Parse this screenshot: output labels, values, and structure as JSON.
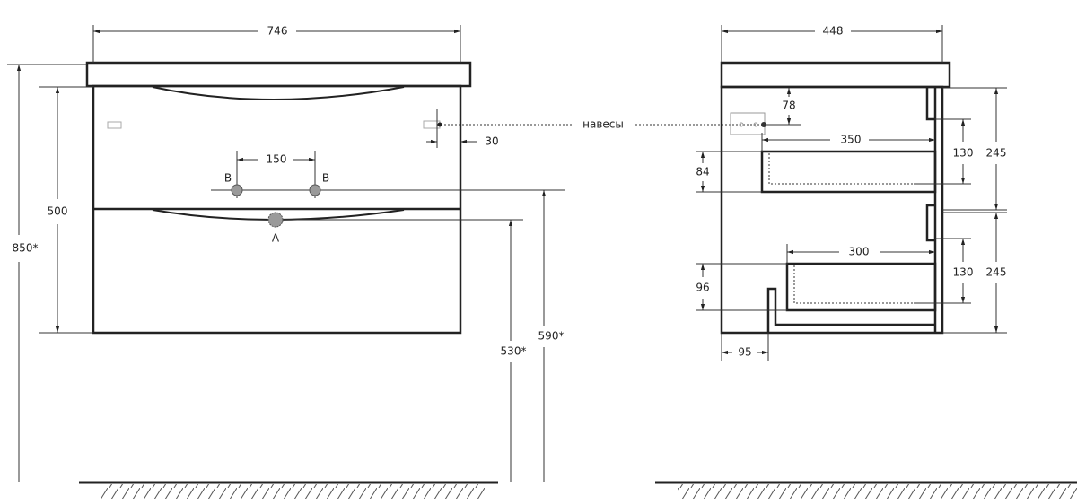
{
  "front_view": {
    "width_label": "746",
    "total_height_label": "850*",
    "body_height_label": "500",
    "hinge_offset_label": "30",
    "mixer_spacing_label": "150",
    "inlet_left_label": "B",
    "inlet_right_label": "B",
    "drain_label": "A",
    "drain_height_label": "530*",
    "inlet_height_label": "590*"
  },
  "hinges_label": "навесы",
  "side_view": {
    "depth_label": "448",
    "hinge_height_label": "78",
    "upper_drawer_depth_label": "350",
    "upper_drawer_height_label": "84",
    "upper_front_inner_label": "130",
    "upper_front_label": "245",
    "lower_drawer_depth_label": "300",
    "lower_drawer_height_label": "96",
    "lower_front_inner_label": "130",
    "lower_front_label": "245",
    "plinth_offset_label": "95"
  },
  "colors": {
    "line": "#222222",
    "fitting": "#9a9a9a"
  }
}
